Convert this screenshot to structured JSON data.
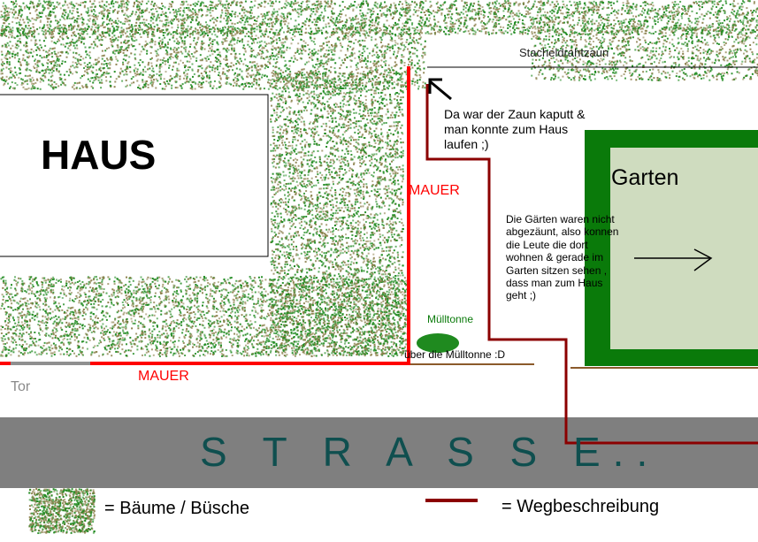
{
  "labels": {
    "house": "HAUS",
    "garden": "Garten",
    "wall_vertical": "MAUER",
    "wall_horizontal": "MAUER",
    "gate": "Tor",
    "street": "S T R A S S E..",
    "barbed_fence": "Stacheldrahtzaun",
    "fence_note": "Da war der Zaun kaputt &\nman konnte zum Haus\nlaufen ;)",
    "gardens_note": "Die Gärten waren nicht\nabgezäunt, also konnen\ndie Leute die dort\nwohnen & gerade im\nGarten sitzen sehen ,\ndass man zum Haus\ngeht ;)",
    "bin": "Mülltonne",
    "over_bin": "über die Mülltonne :D"
  },
  "legend": {
    "trees": "= Bäume / Büsche",
    "route": "= Wegbeschreibung"
  },
  "colors": {
    "wall": "#ff0000",
    "route": "#8b0000",
    "street": "#7f7f7f",
    "street_text": "#0f4f4f",
    "garden_border": "#0a7a0a",
    "garden_fill": "#cfdcbf",
    "tree_green": "#1f8a1f",
    "tree_olive": "#8a7f4a"
  },
  "icons": {
    "arrow_right": "arrow-right-icon",
    "pointer_arrow": "pointer-arrow-icon"
  }
}
